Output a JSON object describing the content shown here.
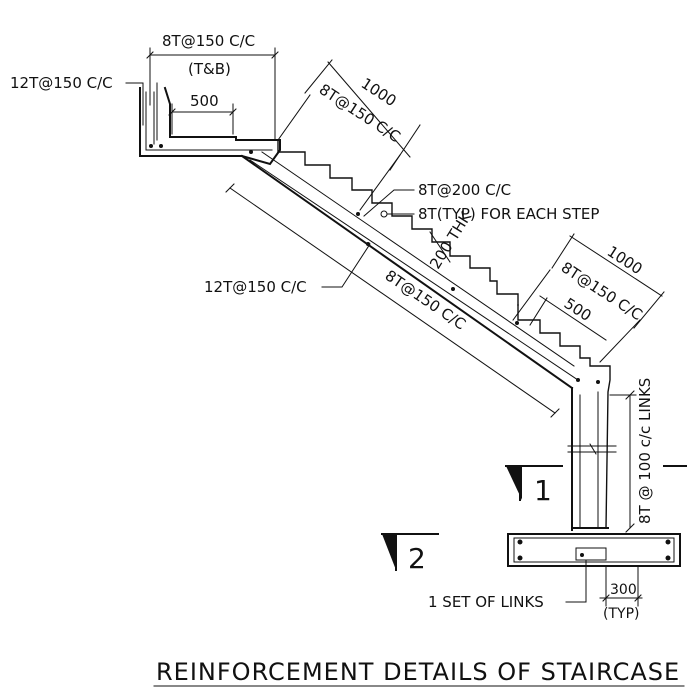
{
  "drawing": {
    "title": "REINFORCEMENT DETAILS OF STAIRCASE",
    "labels": {
      "top_landing_bars": "8T@150 C/C",
      "top_landing_tb": "(T&B)",
      "left_bar": "12T@150 C/C",
      "landing_dim": "500",
      "upper_flight_width": "1000",
      "upper_flight_bars": "8T@150 C/C",
      "nosing_bars": "8T@200 C/C",
      "step_bar": "8T(TYP) FOR EACH STEP",
      "waist_thk": "200 THK",
      "waist_main_bar": "12T@150 C/C",
      "waist_dist_bar": "8T@150 C/C",
      "lower_flight_width": "1000",
      "lower_flight_bars": "8T@150 C/C",
      "lower_dim": "500",
      "links_label": "8T @ 100 c/c LINKS",
      "section_1": "1",
      "section_2": "2",
      "set_of_links": "1 SET OF LINKS",
      "footing_dim": "300",
      "footing_typ": "(TYP)"
    }
  }
}
